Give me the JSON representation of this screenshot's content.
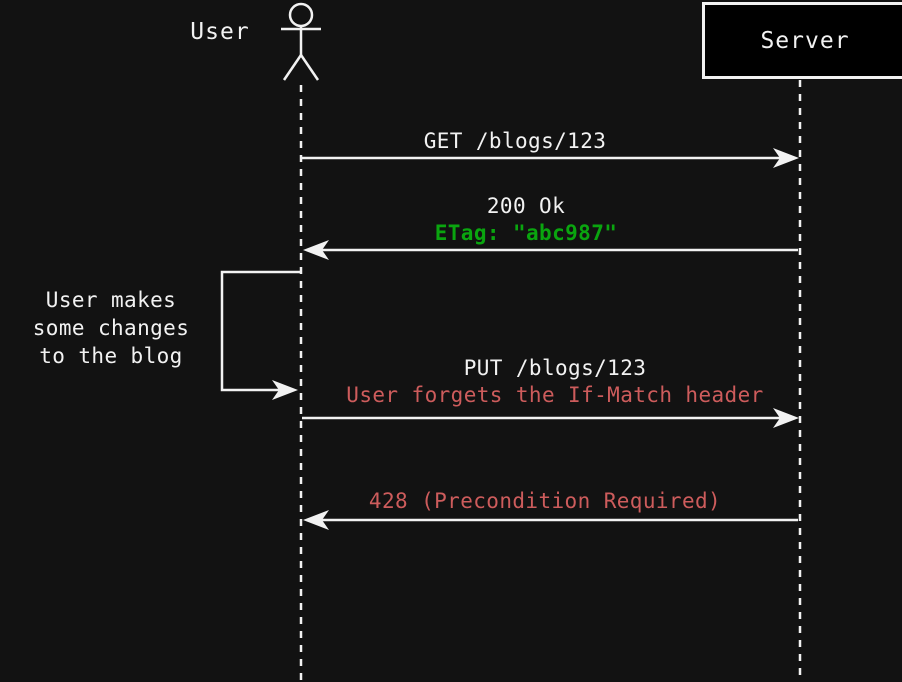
{
  "colors": {
    "background": "#121212",
    "surface": "#000000",
    "foreground": "#f2f2f2",
    "success": "#0aa50f",
    "error": "#cd5c5c"
  },
  "actors": {
    "user": {
      "label": "User"
    },
    "server": {
      "label": "Server"
    }
  },
  "messages": [
    {
      "direction": "right",
      "line1": "GET /blogs/123"
    },
    {
      "direction": "left",
      "line1": "200 Ok",
      "line2": "ETag: \"abc987\""
    },
    {
      "direction": "right",
      "line1": "PUT /blogs/123",
      "line2": "User forgets the If-Match header"
    },
    {
      "direction": "left",
      "line1": "428 (Precondition Required)"
    }
  ],
  "self_note": {
    "lines": [
      "User makes",
      "some changes",
      "to the blog"
    ]
  }
}
